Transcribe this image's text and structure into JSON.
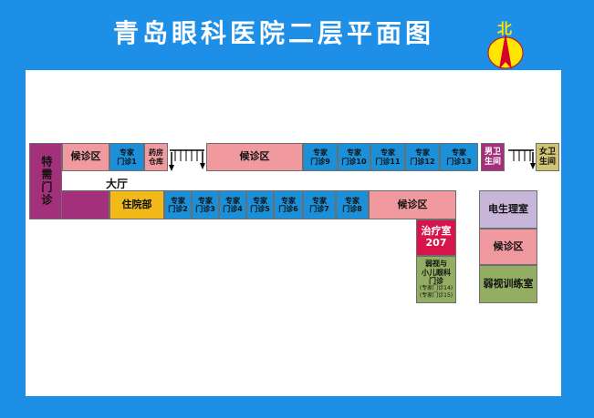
{
  "title": "青岛眼科医院二层平面图",
  "compass": {
    "label": "北",
    "icon": "north-arrow-icon"
  },
  "hall": "大厅",
  "rooms": {
    "special_clinic": "特需门诊",
    "waiting_1": "候诊区",
    "expert_1": "专家\n门诊1",
    "pharmacy": "药房\n仓库",
    "waiting_2": "候诊区",
    "expert_9": "专家\n门诊9",
    "expert_10": "专家\n门诊10",
    "expert_11": "专家\n门诊11",
    "expert_12": "专家\n门诊12",
    "expert_13": "专家\n门诊13",
    "male_wc": "男卫\n生间",
    "female_wc": "女卫\n生间",
    "inpatient": "住院部",
    "expert_2": "专家\n门诊2",
    "expert_3": "专家\n门诊3",
    "expert_4": "专家\n门诊4",
    "expert_5": "专家\n门诊5",
    "expert_6": "专家\n门诊6",
    "expert_7": "专家\n门诊7",
    "expert_8": "专家\n门诊8",
    "waiting_3": "候诊区",
    "treatment": "治疗室\n207",
    "lowvision_main": "弱视与\n小儿眼科\n门诊",
    "lowvision_sub1": "(专家门诊14)",
    "lowvision_sub2": "(专家门诊15)",
    "electrophysiology": "电生理室",
    "waiting_4": "候诊区",
    "lowvision_training": "弱视训练室"
  },
  "colors": {
    "frame": "#1e8fe6",
    "waiting": "#f09aa0",
    "expert": "#1b8fd8",
    "special": "#a2307a",
    "inpatient": "#f2b91a",
    "restroom_female": "#cfc476",
    "electro": "#c7b5da",
    "treatment": "#d8154a",
    "lowvision": "#93ae62"
  }
}
